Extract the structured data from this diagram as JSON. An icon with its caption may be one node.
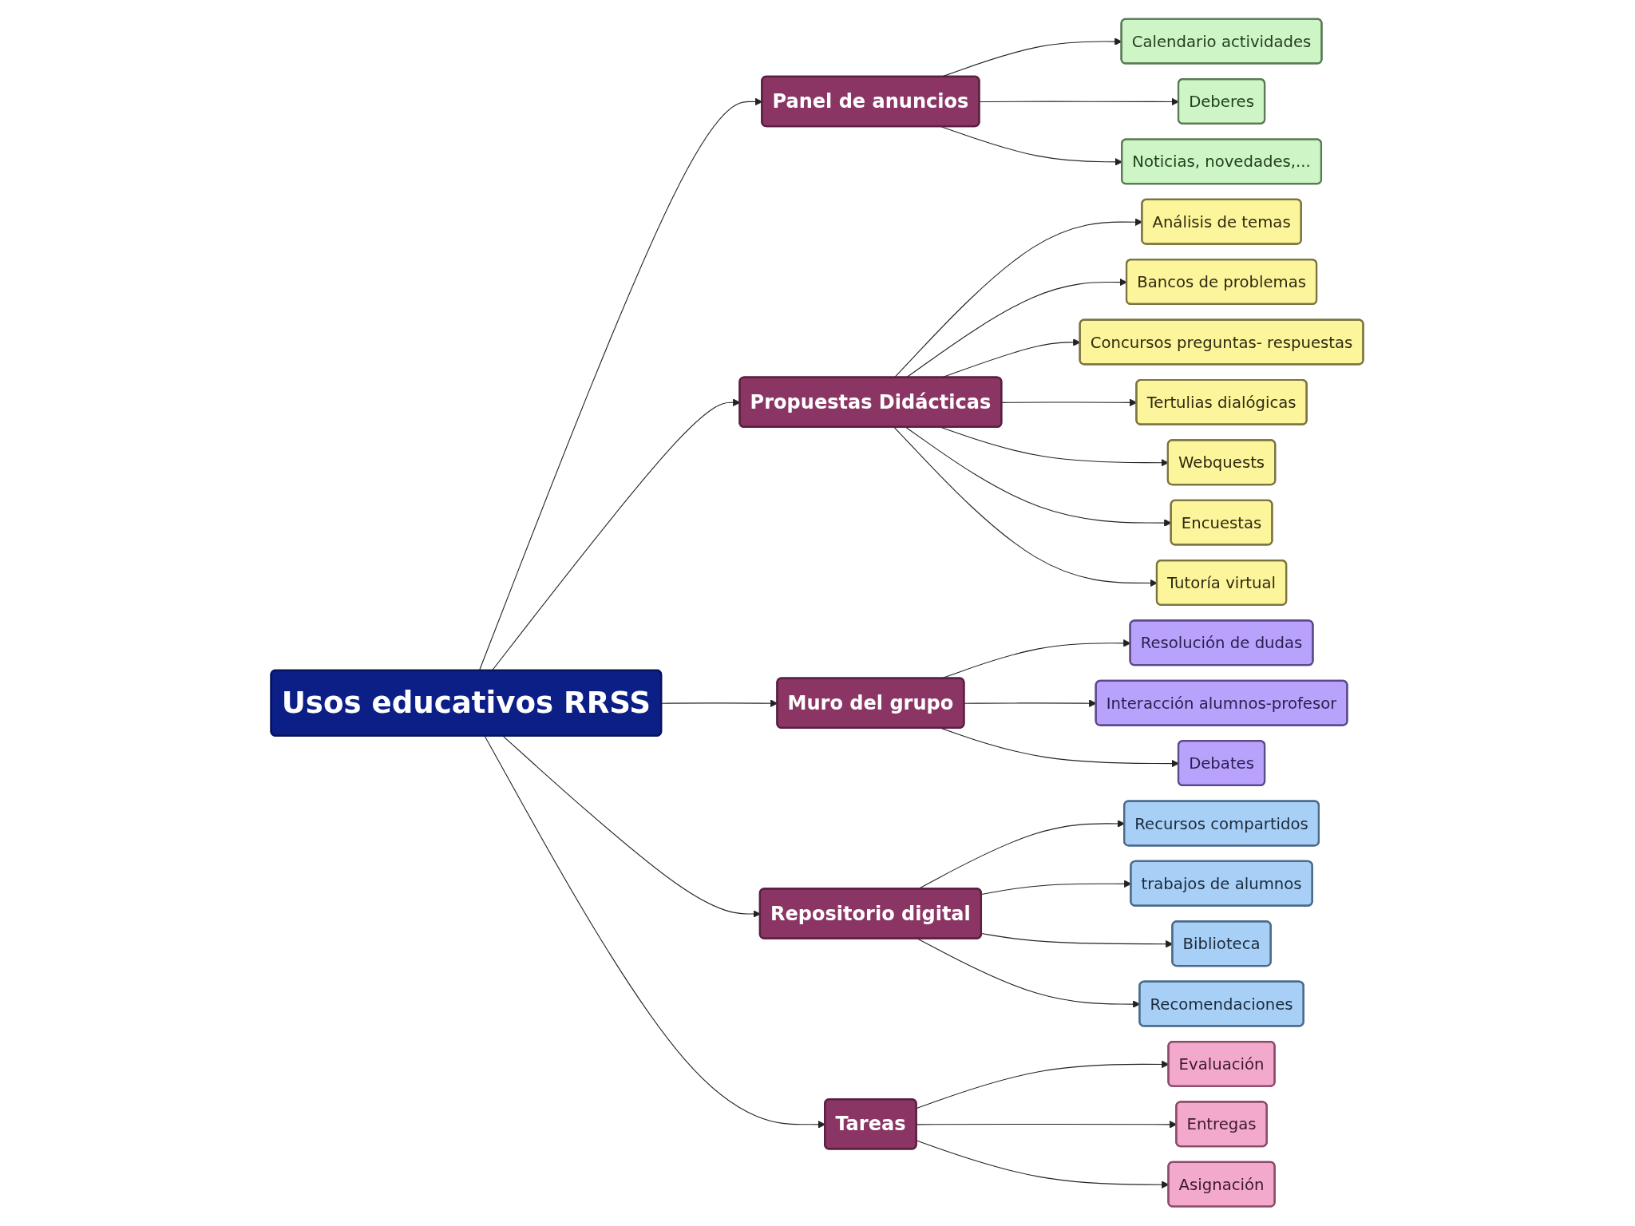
{
  "diagram": {
    "nodes": [
      {
        "text": [
          "Usos educativos RRSS"
        ]
      },
      {
        "text": [
          "Panel de anuncios"
        ]
      },
      {
        "text": [
          "Calendario actividades"
        ]
      },
      {
        "text": [
          "Deberes"
        ]
      },
      {
        "text": [
          "Noticias, novedades,..."
        ]
      },
      {
        "text": [
          "Propuestas Didácticas"
        ]
      },
      {
        "text": [
          "Análisis de temas"
        ]
      },
      {
        "text": [
          "Bancos de problemas"
        ]
      },
      {
        "text": [
          "Concursos preguntas- respuestas"
        ]
      },
      {
        "text": [
          "Tertulias dialógicas"
        ]
      },
      {
        "text": [
          "Webquests"
        ]
      },
      {
        "text": [
          "Encuestas"
        ]
      },
      {
        "text": [
          "Tutoría virtual"
        ]
      },
      {
        "text": [
          "Muro del grupo"
        ]
      },
      {
        "text": [
          "Resolución de dudas"
        ]
      },
      {
        "text": [
          "Interacción alumnos-profesor"
        ]
      },
      {
        "text": [
          "Debates"
        ]
      },
      {
        "text": [
          "Repositorio digital"
        ]
      },
      {
        "text": [
          "Recursos compartidos"
        ]
      },
      {
        "text": [
          "trabajos de alumnos"
        ]
      },
      {
        "text": [
          "Biblioteca"
        ]
      },
      {
        "text": [
          "Recomendaciones"
        ]
      },
      {
        "text": [
          "Tareas"
        ]
      },
      {
        "text": [
          "Evaluación"
        ]
      },
      {
        "text": [
          "Entregas"
        ]
      },
      {
        "text": [
          "Asignación"
        ]
      }
    ],
    "edges": [
      {
        "from": 0,
        "to": 1,
        "arrow": "to"
      },
      {
        "from": 1,
        "to": 2,
        "arrow": "to"
      },
      {
        "from": 1,
        "to": 3,
        "arrow": "to"
      },
      {
        "from": 1,
        "to": 4,
        "arrow": "to"
      },
      {
        "from": 0,
        "to": 5,
        "arrow": "to"
      },
      {
        "from": 5,
        "to": 6,
        "arrow": "to"
      },
      {
        "from": 5,
        "to": 7,
        "arrow": "to"
      },
      {
        "from": 5,
        "to": 8,
        "arrow": "to"
      },
      {
        "from": 5,
        "to": 9,
        "arrow": "to"
      },
      {
        "from": 5,
        "to": 10,
        "arrow": "to"
      },
      {
        "from": 5,
        "to": 11,
        "arrow": "to"
      },
      {
        "from": 5,
        "to": 12,
        "arrow": "to"
      },
      {
        "from": 0,
        "to": 13,
        "arrow": "to"
      },
      {
        "from": 13,
        "to": 14,
        "arrow": "to"
      },
      {
        "from": 13,
        "to": 15,
        "arrow": "to"
      },
      {
        "from": 13,
        "to": 16,
        "arrow": "to"
      },
      {
        "from": 0,
        "to": 17,
        "arrow": "to"
      },
      {
        "from": 17,
        "to": 18,
        "arrow": "to"
      },
      {
        "from": 17,
        "to": 19,
        "arrow": "to"
      },
      {
        "from": 17,
        "to": 20,
        "arrow": "to"
      },
      {
        "from": 17,
        "to": 21,
        "arrow": "to"
      },
      {
        "from": 0,
        "to": 22,
        "arrow": "to"
      },
      {
        "from": 22,
        "to": 23,
        "arrow": "to"
      },
      {
        "from": 22,
        "to": 24,
        "arrow": "to"
      },
      {
        "from": 22,
        "to": 25,
        "arrow": "to"
      }
    ]
  }
}
